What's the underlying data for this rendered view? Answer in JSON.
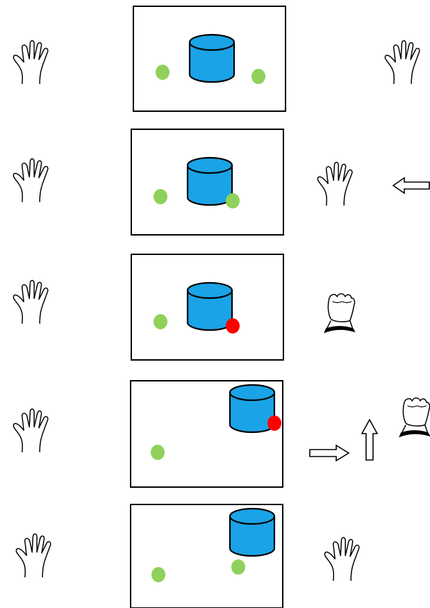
{
  "colors": {
    "background": "#ffffff",
    "frame": "#000000",
    "cylinder_fill": "#1aa3e6",
    "cylinder_stroke": "#000000",
    "marker_inactive": "#8fd15a",
    "marker_active": "#ff0000",
    "outline": "#000000"
  },
  "icons": {
    "open_hand": "open-hand-icon",
    "closed_fist": "closed-fist-icon",
    "arrow_left": "arrow-left-icon",
    "arrow_right": "arrow-right-icon",
    "arrow_up": "arrow-up-icon"
  },
  "steps": [
    {
      "step": 1,
      "left_hand": "open",
      "right_hand": "open",
      "object_position": "center",
      "contact_marker": "right-green",
      "motion_arrows": []
    },
    {
      "step": 2,
      "left_hand": "open",
      "right_hand": "open",
      "object_position": "center",
      "contact_marker": "on-cylinder-green",
      "motion_arrows": [
        "left"
      ]
    },
    {
      "step": 3,
      "left_hand": "open",
      "right_hand": "closed",
      "object_position": "center",
      "contact_marker": "on-cylinder-red",
      "motion_arrows": []
    },
    {
      "step": 4,
      "left_hand": "open",
      "right_hand": "closed",
      "object_position": "top-right",
      "contact_marker": "on-cylinder-red",
      "motion_arrows": [
        "right",
        "up"
      ]
    },
    {
      "step": 5,
      "left_hand": "open",
      "right_hand": "open",
      "object_position": "top-right",
      "contact_marker": "below-green",
      "motion_arrows": []
    }
  ]
}
